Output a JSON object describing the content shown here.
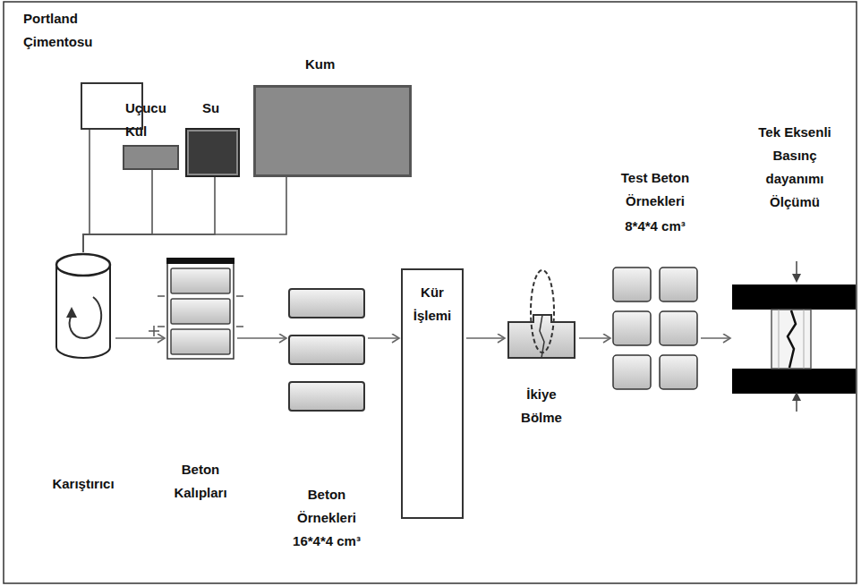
{
  "diagram": {
    "nodes": [
      {
        "text": [
          "Portland Çimentosu"
        ]
      },
      {
        "text": [
          "Uçucu Kül"
        ]
      },
      {
        "text": [
          "Su"
        ]
      },
      {
        "text": [
          "Kum"
        ]
      },
      {
        "text": [
          "Karıştırıcı"
        ]
      },
      {
        "text": [
          "Beton Kalıpları"
        ]
      },
      {
        "text": [
          "Beton Örnekleri",
          "16*4*4 cm³"
        ]
      },
      {
        "text": [
          "Kür İşlemi"
        ]
      },
      {
        "text": [
          "İkiye Bölme"
        ]
      },
      {
        "text": [
          "Test Beton Örnekleri",
          "8*4*4 cm³"
        ]
      },
      {
        "text": [
          "Tek Eksenli Basınç dayanımı Ölçümü"
        ]
      }
    ],
    "edges": [
      {
        "from": 0,
        "to": 4,
        "arrow": "none"
      },
      {
        "from": 1,
        "to": 4,
        "arrow": "none"
      },
      {
        "from": 2,
        "to": 4,
        "arrow": "none"
      },
      {
        "from": 3,
        "to": 4,
        "arrow": "none"
      },
      {
        "from": 4,
        "to": 5,
        "arrow": "to"
      },
      {
        "from": 5,
        "to": 6,
        "arrow": "to"
      },
      {
        "from": 6,
        "to": 7,
        "arrow": "to"
      },
      {
        "from": 7,
        "to": 8,
        "arrow": "to"
      },
      {
        "from": 8,
        "to": 9,
        "arrow": "to"
      },
      {
        "from": 9,
        "to": 10,
        "arrow": "to"
      }
    ]
  }
}
